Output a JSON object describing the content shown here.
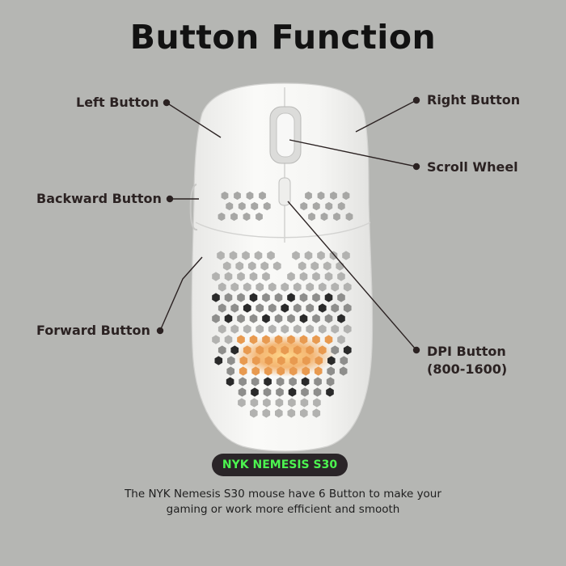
{
  "title": "Button Function",
  "labels": {
    "left_button": "Left Button",
    "right_button": "Right Button",
    "scroll_wheel": "Scroll Wheel",
    "backward_button": "Backward Button",
    "forward_button": "Forward Button",
    "dpi_button_line1": "DPI Button",
    "dpi_button_line2": "(800-1600)"
  },
  "product_name": "NYK NEMESIS S30",
  "description_line1": "The NYK Nemesis S30 mouse have 6 Button to make your",
  "description_line2": "gaming or work more efficient and smooth",
  "colors": {
    "background": "#b5b6b3",
    "mouse_shell": "#f4f4f2",
    "leader_line": "#2b2222",
    "product_text": "#4cf550",
    "product_pill": "#2a2528",
    "glow": "#f7a64a"
  }
}
